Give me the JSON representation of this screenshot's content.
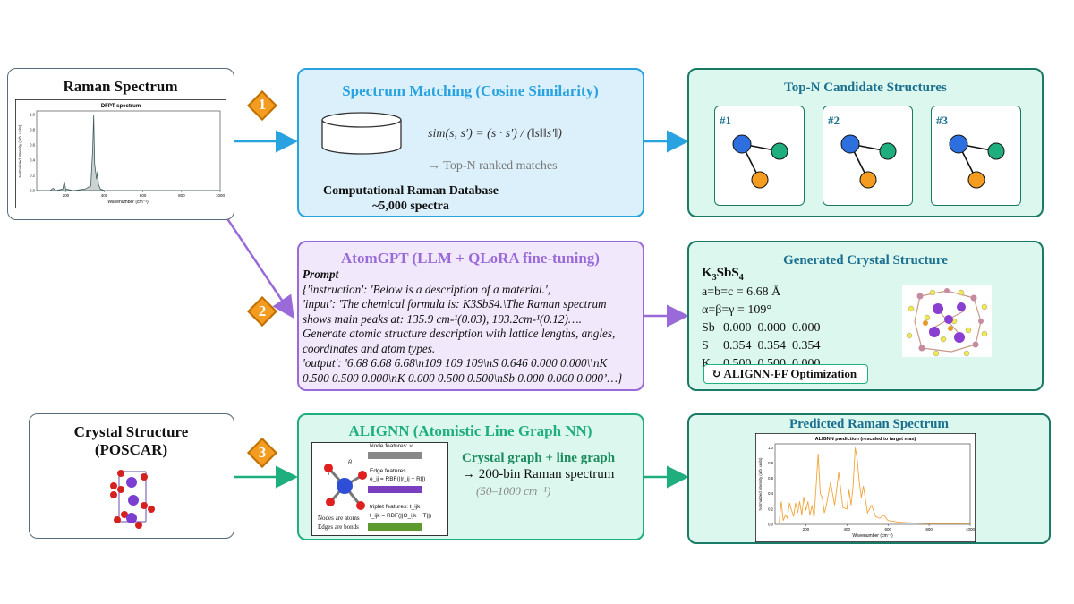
{
  "raman_box": {
    "title": "Raman Spectrum",
    "plot_title": "DFPT spectrum",
    "ylabel": "Normalized intensity (arb. units)",
    "xlabel": "Wavenumber (cm⁻¹)",
    "x_ticks": [
      "200",
      "400",
      "600",
      "800",
      "1000"
    ],
    "y_ticks": [
      "0.0",
      "0.2",
      "0.4",
      "0.6",
      "0.8",
      "1.0"
    ]
  },
  "matching_box": {
    "title": "Spectrum Matching (Cosine Similarity)",
    "formula": "sim(s, s′) = (s · s′) / (‖s‖‖s′‖)",
    "ranked": "→ Top-N ranked matches",
    "db_line1": "Computational Raman Database",
    "db_line2": "~5,000 spectra"
  },
  "candidates_box": {
    "title": "Top-N Candidate Structures",
    "labels": [
      "#1",
      "#2",
      "#3"
    ]
  },
  "atomgpt_box": {
    "title": "AtomGPT (LLM + QLoRA fine-tuning)",
    "prompt_label": "Prompt",
    "line1": "{'instruction': 'Below is a description of a material.',",
    "line2": " 'input': 'The chemical formula is: K3SbS4.\\The Raman spectrum",
    "line3": "shows main peaks at: 135.9 cm-¹(0.03), 193.2cm-¹(0.12)….",
    "line4": "Generate atomic structure description with lattice lengths, angles,",
    "line5": "coordinates and atom types.",
    "line6": "'output': '6.68 6.68 6.68\\n109 109 109\\nS 0.646 0.000 0.000\\\\nK",
    "line7": "0.500 0.500 0.000\\nK 0.000 0.500 0.500\\nSb 0.000 0.000 0.000’…}"
  },
  "generated_box": {
    "title": "Generated Crystal Structure",
    "formula_main": "K",
    "formula_sub1": "3",
    "formula_mid": "SbS",
    "formula_sub2": "4",
    "lattice": "a=b=c = 6.68 Å",
    "angles": "α=β=γ = 109°",
    "sites": [
      {
        "el": "Sb",
        "x": "0.000",
        "y": "0.000",
        "z": "0.000"
      },
      {
        "el": "S",
        "x": "0.354",
        "y": "0.354",
        "z": "0.354"
      },
      {
        "el": "K",
        "x": "0.500",
        "y": "0.500",
        "z": "0.000"
      }
    ],
    "optimization": "↻  ALIGNN-FF Optimization"
  },
  "crystal_box": {
    "title_line1": "Crystal Structure",
    "title_line2": "(POSCAR)"
  },
  "alignn_box": {
    "title": "ALIGNN  (Atomistic Line Graph NN)",
    "graph_line": "Crystal graph + line graph",
    "output_line": "→ 200-bin Raman spectrum",
    "range_line": "(50–1000 cm⁻¹)",
    "node_features": "Node features: v",
    "edge_features": "Edge features",
    "edge_formula": "e_ij = RBF(||r_ij − R||)",
    "triplet_features": "triplet features: t_ijk",
    "triplet_formula": "t_ijk = RBF(||Θ_ijk − T||)",
    "nodes_atoms": "Nodes are atoms",
    "edges_bonds": "Edges are bonds"
  },
  "predicted_box": {
    "title": "Predicted Raman Spectrum",
    "plot_title": "ALIGNN prediction (rescaled to target max)",
    "ylabel": "Normalized intensity (arb. units)",
    "xlabel": "Wavenumber (cm⁻¹)",
    "x_ticks": [
      "200",
      "400",
      "600",
      "800",
      "1000"
    ],
    "y_ticks": [
      "0.0",
      "0.2",
      "0.4",
      "0.6",
      "0.8",
      "1.0"
    ]
  },
  "steps": [
    "1",
    "2",
    "3"
  ],
  "colors": {
    "blue": "#29a3e0",
    "purple": "#9a6bd8",
    "green": "#1fae7e",
    "teal_border": "#1a7a66",
    "orange": "#f39c1f"
  },
  "chart_data": [
    {
      "type": "line",
      "title": "DFPT spectrum",
      "xlabel": "Wavenumber (cm⁻¹)",
      "ylabel": "Normalized intensity (arb. units)",
      "xlim": [
        50,
        1000
      ],
      "ylim": [
        0,
        1.05
      ],
      "series": [
        {
          "x": [
            50,
            120,
            135,
            150,
            185,
            193,
            200,
            240,
            300,
            330,
            340,
            345,
            350,
            360,
            365,
            370,
            380,
            400,
            500,
            700,
            1000
          ],
          "y": [
            0.0,
            0.0,
            0.03,
            0.0,
            0.02,
            0.12,
            0.02,
            0.0,
            0.02,
            0.06,
            0.55,
            1.0,
            0.35,
            0.15,
            0.25,
            0.08,
            0.02,
            0.0,
            0.0,
            0.0,
            0.0
          ]
        }
      ]
    },
    {
      "type": "line",
      "title": "ALIGNN prediction (rescaled to target max)",
      "xlabel": "Wavenumber (cm⁻¹)",
      "ylabel": "Normalized intensity (arb. units)",
      "xlim": [
        50,
        1000
      ],
      "ylim": [
        0,
        1.05
      ],
      "series": [
        {
          "x": [
            70,
            80,
            90,
            100,
            110,
            120,
            140,
            150,
            160,
            170,
            180,
            190,
            200,
            210,
            220,
            230,
            240,
            250,
            260,
            270,
            280,
            290,
            300,
            320,
            340,
            360,
            380,
            400,
            410,
            420,
            430,
            440,
            450,
            460,
            470,
            480,
            500,
            520,
            540,
            560,
            580,
            600,
            650,
            700,
            800,
            900,
            1000
          ],
          "y": [
            0.02,
            0.3,
            0.05,
            0.12,
            0.08,
            0.28,
            0.1,
            0.28,
            0.15,
            0.3,
            0.12,
            0.36,
            0.18,
            0.3,
            0.12,
            0.25,
            0.08,
            0.5,
            0.92,
            0.4,
            0.35,
            0.15,
            0.25,
            0.55,
            0.25,
            0.68,
            0.22,
            0.2,
            0.45,
            0.25,
            0.5,
            1.0,
            0.85,
            0.55,
            0.35,
            0.5,
            0.15,
            0.25,
            0.1,
            0.08,
            0.12,
            0.05,
            0.03,
            0.02,
            0.01,
            0.01,
            0.01
          ]
        }
      ]
    }
  ]
}
